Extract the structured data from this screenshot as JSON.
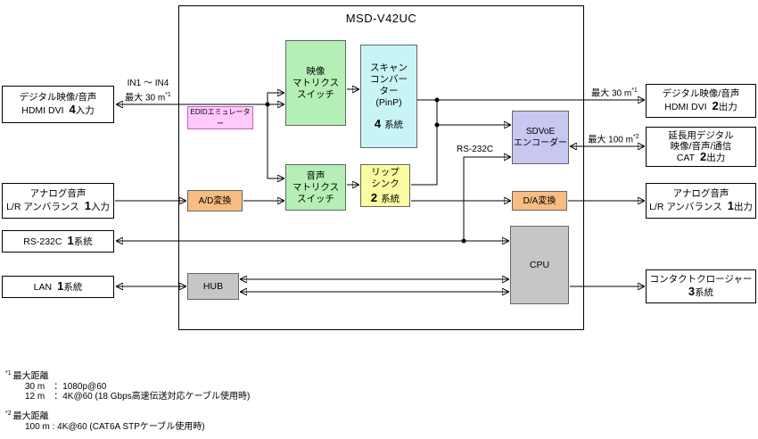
{
  "title": "MSD-V42UC",
  "io": {
    "in_hdmi": {
      "line1": "デジタル映像/音声",
      "pre": "HDMI DVI",
      "num": "4",
      "suf": "入力"
    },
    "in_analog": {
      "line1": "アナログ音声",
      "pre": "L/R アンバランス",
      "num": "1",
      "suf": "入力"
    },
    "in_rs232c": {
      "pre": "RS-232C",
      "num": "1",
      "suf": "系統"
    },
    "in_lan": {
      "pre": "LAN",
      "num": "1",
      "suf": "系統"
    },
    "out_hdmi": {
      "line1": "デジタル映像/音声",
      "pre": "HDMI DVI",
      "num": "2",
      "suf": "出力"
    },
    "out_cat": {
      "line1": "延長用デジタル",
      "line2": "映像/音声/通信",
      "pre": "CAT",
      "num": "2",
      "suf": "出力"
    },
    "out_analog": {
      "line1": "アナログ音声",
      "pre": "L/R アンバランス",
      "num": "1",
      "suf": "出力"
    },
    "out_contact": {
      "line1": "コンタクトクロージャー",
      "num": "3",
      "suf": "系統"
    }
  },
  "blocks": {
    "edid": "EDIDエミュレーター",
    "video_matrix": [
      "映像",
      "マトリクス",
      "スイッチ"
    ],
    "scan_converter": [
      "スキャン",
      "コンバー",
      "ター",
      "(PinP)"
    ],
    "scan_num": "4",
    "scan_suf": "系統",
    "audio_matrix": [
      "音声",
      "マトリクス",
      "スイッチ"
    ],
    "lipsync": [
      "リップ",
      "シンク"
    ],
    "lipsync_num": "2",
    "lipsync_suf": "系統",
    "ad": "A/D変換",
    "da": "D/A変換",
    "sdvoe": [
      "SDVoE",
      "エンコーダー"
    ],
    "cpu": "CPU",
    "hub": "HUB"
  },
  "labels": {
    "in_range": "IN1 ～ IN4",
    "max30_in": {
      "text": "最大 30 m",
      "sup": "*1"
    },
    "max30_out": {
      "text": "最大 30 m",
      "sup": "*1"
    },
    "max100_out": {
      "text": "最大 100 m",
      "sup": "*2"
    },
    "rs232c": "RS-232C"
  },
  "footnotes": {
    "f1_sup": "*1",
    "f1_title": "最大距離",
    "f1_l1": "30 m　：1080p@60",
    "f1_l2": "12 m　：4K@60 (18 Gbps高速伝送対応ケーブル使用時)",
    "f2_sup": "*2",
    "f2_title": "最大距離",
    "f2_l1": "100 m : 4K@60 (CAT6A STPケーブル使用時)"
  },
  "colors": {
    "matrix_green": "#b5efb5",
    "scan_cyan": "#c9f4f6",
    "lipsync_yellow": "#fbfb9f",
    "edid_pink": "#ffc9fb",
    "converter_orange": "#f7bd82",
    "sdvoe_purple": "#c7c7f0",
    "cpu_gray": "#c6c6c6",
    "line": "#000000"
  }
}
